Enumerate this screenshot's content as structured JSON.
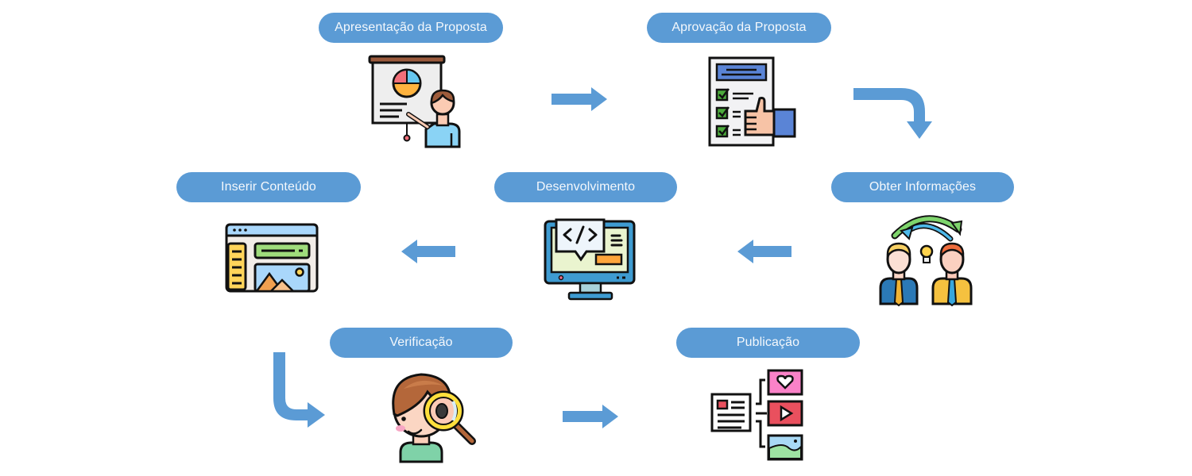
{
  "diagram": {
    "type": "process-flow",
    "accent_color": "#5B9BD5",
    "steps": [
      {
        "id": "apresentacao",
        "label": "Apresentação da Proposta",
        "icon": "presentation-icon"
      },
      {
        "id": "aprovacao",
        "label": "Aprovação da Proposta",
        "icon": "approval-checklist-icon"
      },
      {
        "id": "obter",
        "label": "Obter Informações",
        "icon": "information-exchange-icon"
      },
      {
        "id": "desenvolvimento",
        "label": "Desenvolvimento",
        "icon": "code-monitor-icon"
      },
      {
        "id": "inserir",
        "label": "Inserir Conteúdo",
        "icon": "web-content-icon"
      },
      {
        "id": "verificacao",
        "label": "Verificação",
        "icon": "magnifier-inspection-icon"
      },
      {
        "id": "publicacao",
        "label": "Publicação",
        "icon": "media-publish-icon"
      }
    ],
    "connections": [
      {
        "from": "Apresentação da Proposta",
        "to": "Aprovação da Proposta",
        "direction": "right"
      },
      {
        "from": "Aprovação da Proposta",
        "to": "Obter Informações",
        "direction": "right-then-down"
      },
      {
        "from": "Obter Informações",
        "to": "Desenvolvimento",
        "direction": "left"
      },
      {
        "from": "Desenvolvimento",
        "to": "Inserir Conteúdo",
        "direction": "left"
      },
      {
        "from": "Inserir Conteúdo",
        "to": "Verificação",
        "direction": "down-then-right"
      },
      {
        "from": "Verificação",
        "to": "Publicação",
        "direction": "right"
      }
    ]
  }
}
